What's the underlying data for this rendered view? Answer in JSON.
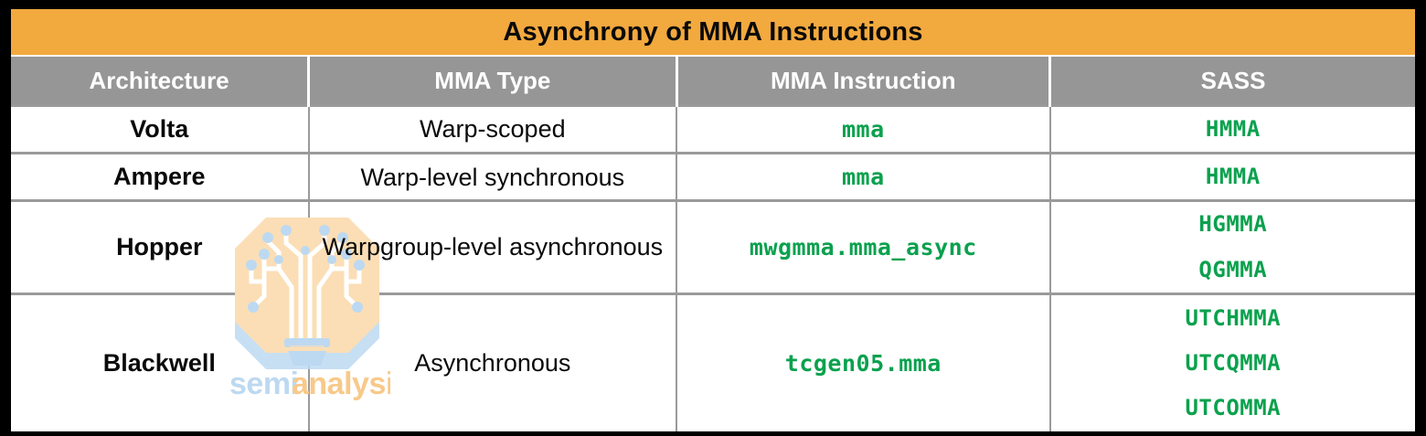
{
  "title": "Asynchrony of MMA Instructions",
  "columns": [
    {
      "label": "Architecture"
    },
    {
      "label": "MMA Type"
    },
    {
      "label": "MMA Instruction"
    },
    {
      "label": "SASS"
    }
  ],
  "rows": [
    {
      "architecture": "Volta",
      "mma_type": "Warp-scoped",
      "mma_instruction": "mma",
      "sass": [
        "HMMA"
      ]
    },
    {
      "architecture": "Ampere",
      "mma_type": "Warp-level synchronous",
      "mma_instruction": "mma",
      "sass": [
        "HMMA"
      ]
    },
    {
      "architecture": "Hopper",
      "mma_type": "Warpgroup-level asynchronous",
      "mma_instruction": "mwgmma.mma_async",
      "sass": [
        "HGMMA",
        "QGMMA"
      ]
    },
    {
      "architecture": "Blackwell",
      "mma_type": "Asynchronous",
      "mma_instruction": "tcgen05.mma",
      "sass": [
        "UTCHMMA",
        "UTCQMMA",
        "UTCOMMA"
      ]
    }
  ],
  "watermark": {
    "brand_part1": "semi",
    "brand_part2": "analysis"
  },
  "colors": {
    "title_bar": "#F2A93E",
    "header_bar": "#969696",
    "code_green": "#0BA14E",
    "frame": "#000000",
    "grid": "#9A9A9A",
    "watermark_peach": "#FBDEB5",
    "watermark_blue": "#BDD9F1"
  }
}
